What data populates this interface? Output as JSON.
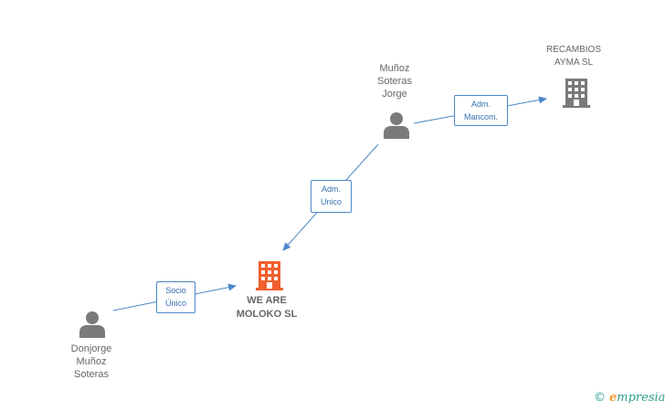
{
  "colors": {
    "edge": "#4a86c8",
    "person": "#7a7a7a",
    "company": "#7a7a7a",
    "main_company": "#f0602e"
  },
  "nodes": {
    "munoz": {
      "label": "Muñoz\nSoteras\nJorge",
      "icon": "person-icon"
    },
    "recambios": {
      "label": "RECAMBIOS\nAYMA  SL",
      "icon": "building-icon"
    },
    "weare": {
      "label": "WE ARE\nMOLOKO SL",
      "icon": "building-icon"
    },
    "donjorge": {
      "label": "Donjorge\nMuñoz\nSoteras",
      "icon": "person-icon"
    }
  },
  "edges": {
    "munoz_recambios": "Adm.\nMancom.",
    "munoz_weare": "Adm.\nUnico",
    "donjorge_weare": "Socio\nÚnico"
  },
  "brand": {
    "copyright": "©",
    "e": "e",
    "rest": "mpresia"
  }
}
